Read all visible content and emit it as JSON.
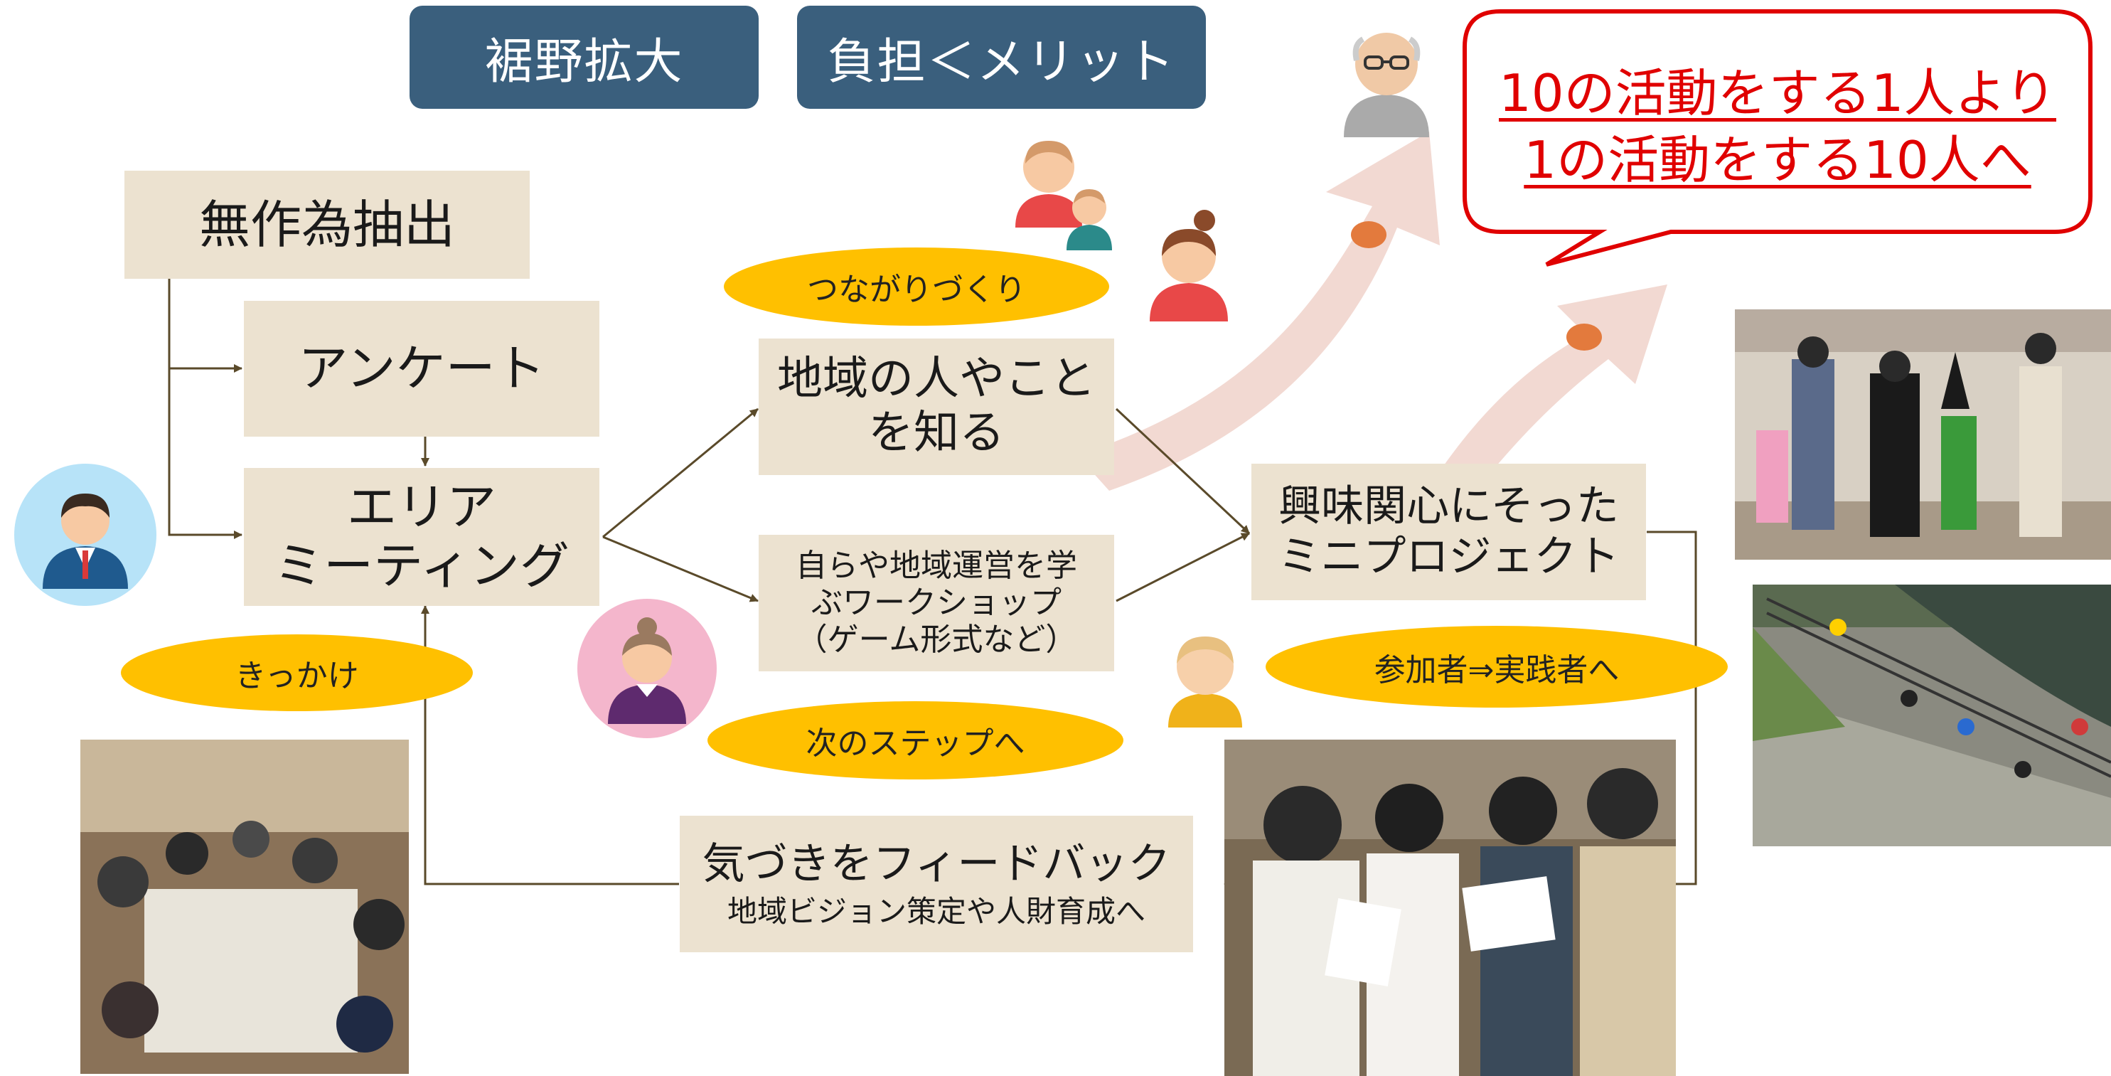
{
  "header": {
    "expand_label": "裾野拡大",
    "merit_label": "負担＜メリット"
  },
  "callout": {
    "line1": "10の活動をする1人より",
    "line2": "1の活動をする10人へ"
  },
  "boxes": {
    "random_extraction": "無作為抽出",
    "survey": "アンケート",
    "area_meeting_line1": "エリア",
    "area_meeting_line2": "ミーティング",
    "know_region_line1": "地域の人やこと",
    "know_region_line2": "を知る",
    "workshop_line1": "自らや地域運営を学",
    "workshop_line2": "ぶワークショップ",
    "workshop_line3": "（ゲーム形式など）",
    "mini_project_line1": "興味関心にそった",
    "mini_project_line2": "ミニプロジェクト",
    "feedback_line1": "気づきをフィードバック",
    "feedback_line2": "地域ビジョン策定や人財育成へ"
  },
  "pills": {
    "connection": "つながりづくり",
    "trigger": "きっかけ",
    "next_step": "次のステップへ",
    "participant": "参加者⇒実践者へ"
  },
  "colors": {
    "header_bg": "#3a5f7d",
    "box_bg": "#ece2d0",
    "pill_bg": "#ffc000",
    "callout_red": "#e00000",
    "arrow_fill": "#f2d9d2",
    "connector": "#5a4a2a"
  }
}
